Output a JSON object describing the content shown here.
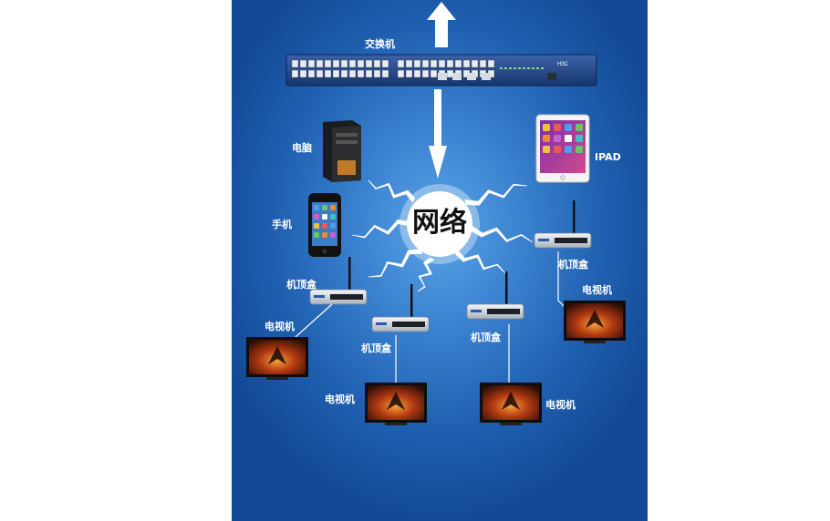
{
  "diagram": {
    "center_label": "网络",
    "nodes": {
      "switch": "交换机",
      "computer": "电脑",
      "ipad": "IPAD",
      "phone": "手机",
      "stb_left": "机顶盒",
      "stb_mid_left": "机顶盒",
      "stb_mid_right": "机顶盒",
      "stb_right": "机顶盒",
      "tv_left": "电视机",
      "tv_mid_left": "电视机",
      "tv_mid_right": "电视机",
      "tv_right": "电视机"
    },
    "switch_brand": "H3C",
    "colors": {
      "panel_dark": "#134a95",
      "panel_light": "#5aa3e6",
      "lightning": "#ffffff",
      "switch_body": "#1f3f7a"
    }
  }
}
